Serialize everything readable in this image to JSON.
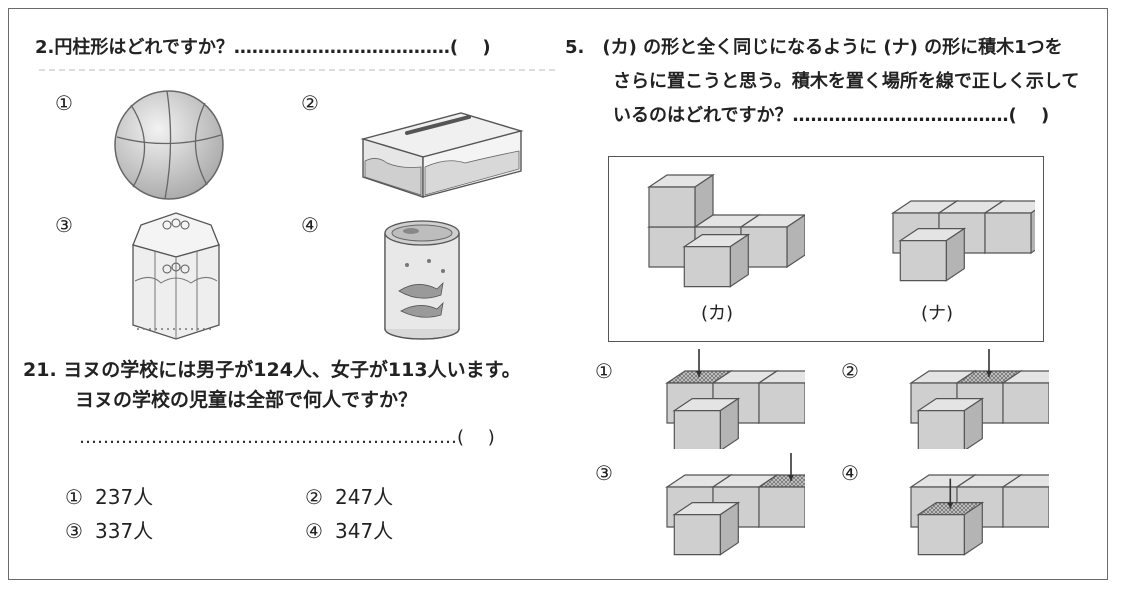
{
  "q2": {
    "title": "2.円柱形はどれですか？………………………………(　 )",
    "nums": [
      "①",
      "②",
      "③",
      "④"
    ]
  },
  "q21": {
    "line1": "21.  ヨヌの学校には男子が124人、女子が113人います。",
    "line2": "ヨヌの学校の児童は全部で何人ですか？",
    "dots": "………………………………………………………(　 )",
    "options": [
      {
        "num": "①",
        "label": "237人"
      },
      {
        "num": "②",
        "label": "247人"
      },
      {
        "num": "③",
        "label": "337人"
      },
      {
        "num": "④",
        "label": "347人"
      }
    ]
  },
  "q5": {
    "line1": "5.　(カ) の形と全く同じになるように (ナ) の形に積木1つを",
    "line2": "さらに置こうと思う。積木を置く場所を線で正しく示して",
    "line3": "いるのはどれですか？………………………………(　 )",
    "label_ka": "(カ)",
    "label_na": "(ナ)",
    "nums": [
      "①",
      "②",
      "③",
      "④"
    ]
  },
  "colors": {
    "cube_top": "#e4e4e4",
    "cube_front": "#cfcfcf",
    "cube_side": "#b4b4b4",
    "stroke": "#555555"
  }
}
